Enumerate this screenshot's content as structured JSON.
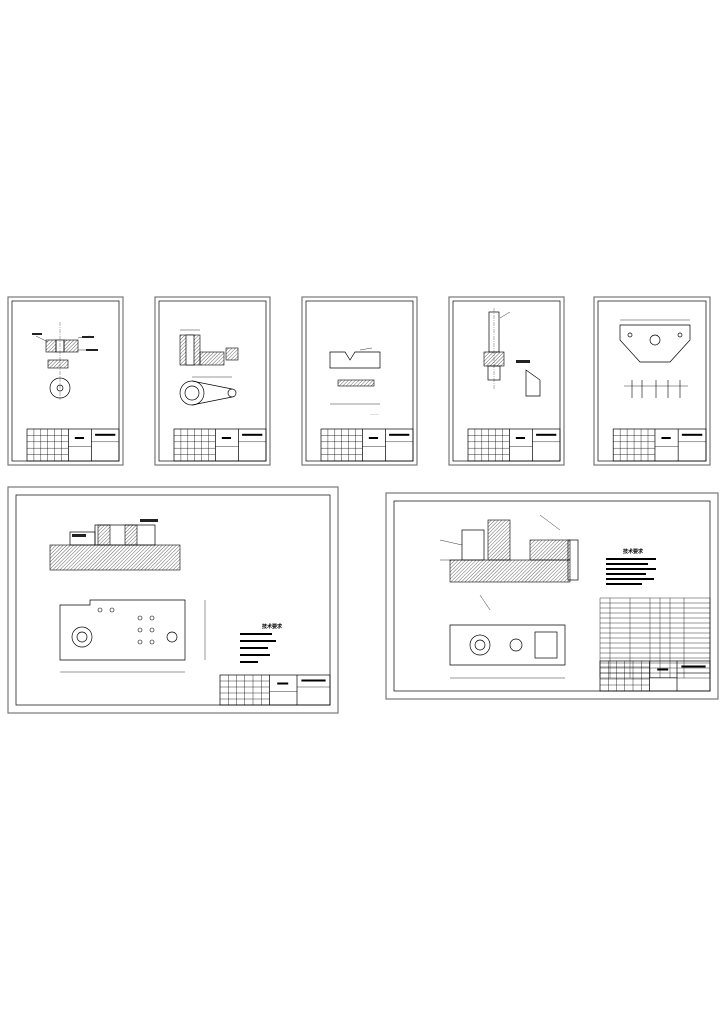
{
  "drawing_set": {
    "sheets": [
      {
        "id": "part-sheet-1"
      },
      {
        "id": "part-sheet-2"
      },
      {
        "id": "part-sheet-3"
      },
      {
        "id": "part-sheet-4"
      },
      {
        "id": "part-sheet-5"
      },
      {
        "id": "base-plate-sheet",
        "notes_heading": "技术要求"
      },
      {
        "id": "assembly-sheet",
        "notes_heading": "技术要求"
      }
    ]
  }
}
